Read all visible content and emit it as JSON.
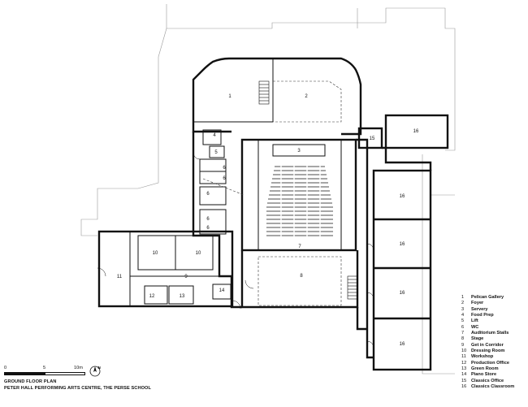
{
  "rooms": [
    {
      "number": "1",
      "name": "Pelican Gallery"
    },
    {
      "number": "2",
      "name": "Foyer"
    },
    {
      "number": "3",
      "name": "Servery"
    },
    {
      "number": "4",
      "name": "Food Prep"
    },
    {
      "number": "5",
      "name": "Lift"
    },
    {
      "number": "6",
      "name": "WC"
    },
    {
      "number": "7",
      "name": "Auditorium Stalls"
    },
    {
      "number": "8",
      "name": "Stage"
    },
    {
      "number": "9",
      "name": "Get in Corridor"
    },
    {
      "number": "10",
      "name": "Dressing Room"
    },
    {
      "number": "11",
      "name": "Workshop"
    },
    {
      "number": "12",
      "name": "Production Office"
    },
    {
      "number": "13",
      "name": "Green Room"
    },
    {
      "number": "14",
      "name": "Piano Store"
    },
    {
      "number": "15",
      "name": "Classics Office"
    },
    {
      "number": "16",
      "name": "Classics Classroom"
    }
  ],
  "plan_labels": [
    "1",
    "2",
    "3",
    "4",
    "5",
    "6",
    "6",
    "6",
    "6",
    "6",
    "7",
    "8",
    "9",
    "10",
    "10",
    "11",
    "12",
    "13",
    "14",
    "15",
    "16",
    "16",
    "16",
    "16",
    "16"
  ],
  "scale": {
    "zero": "0",
    "five": "5",
    "ten": "10m"
  },
  "north_label": "N",
  "caption": {
    "line1": "GROUND FLOOR PLAN",
    "line2": "PETER HALL PERFORMING ARTS CENTRE, THE PERSE SCHOOL"
  }
}
